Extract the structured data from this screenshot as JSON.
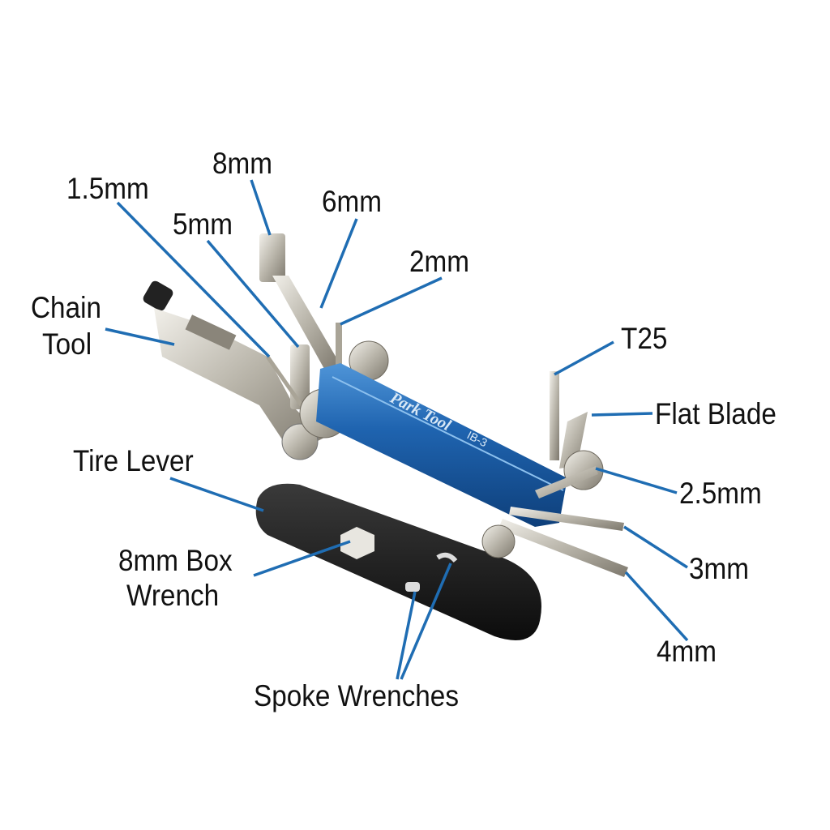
{
  "labels": {
    "mm8": "8mm",
    "mm1_5": "1.5mm",
    "mm5": "5mm",
    "mm6": "6mm",
    "mm2": "2mm",
    "chain_tool": [
      "Chain",
      "Tool"
    ],
    "t25": "T25",
    "flat_blade": "Flat Blade",
    "tire_lever": "Tire Lever",
    "mm2_5": "2.5mm",
    "box_wrench": [
      "8mm Box",
      "Wrench"
    ],
    "mm3": "3mm",
    "mm4": "4mm",
    "spoke_wrenches": "Spoke Wrenches"
  },
  "product": {
    "brand": "Park Tool",
    "model": "IB-3"
  },
  "colors": {
    "leader": "#1f6db3",
    "body": "#1f64b0",
    "lever": "#1a1a1a"
  }
}
